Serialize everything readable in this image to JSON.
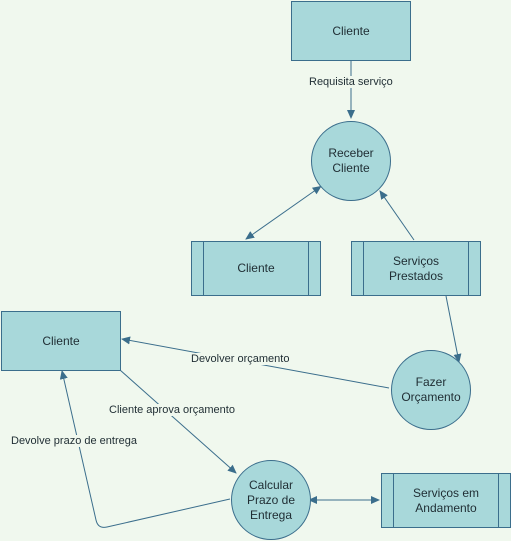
{
  "nodes": {
    "cliente_top": "Cliente",
    "receber_cliente": "Receber\nCliente",
    "cliente_store": "Cliente",
    "servicos_prestados": "Serviços\nPrestados",
    "cliente_left": "Cliente",
    "fazer_orcamento": "Fazer\nOrçamento",
    "calcular_prazo": "Calcular\nPrazo de\nEntrega",
    "servicos_andamento": "Serviços em\nAndamento"
  },
  "edges": {
    "requisita_servico": "Requisita serviço",
    "devolver_orcamento": "Devolver orçamento",
    "cliente_aprova": "Cliente aprova orçamento",
    "devolve_prazo": "Devolve prazo de entrega"
  },
  "colors": {
    "fill": "#a8d8da",
    "stroke": "#3b6e8c",
    "background": "#f0f8ee"
  }
}
